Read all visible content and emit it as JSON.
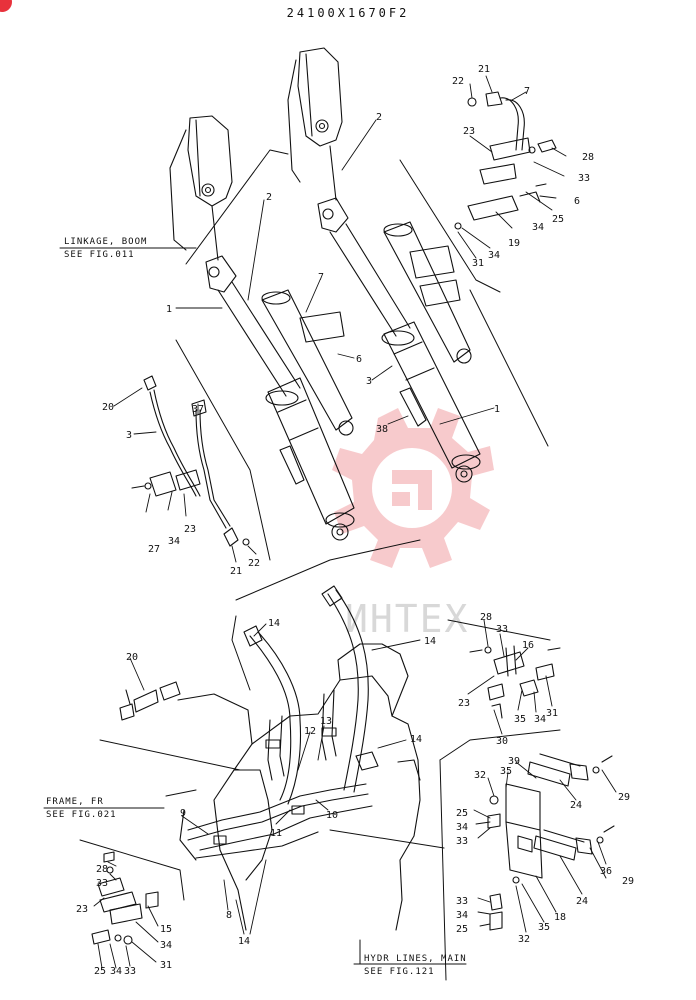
{
  "drawing_code": "24100X1670F2",
  "watermark": "ИНТЕХ",
  "references": [
    {
      "title": "LINKAGE, BOOM",
      "see": "SEE FIG.011"
    },
    {
      "title": "FRAME, FR",
      "see": "SEE FIG.021"
    },
    {
      "title": "HYDR LINES, MAIN",
      "see": "SEE FIG.121"
    }
  ],
  "callouts": [
    {
      "id": "c21a",
      "text": "21"
    },
    {
      "id": "c22a",
      "text": "22"
    },
    {
      "id": "c7a",
      "text": "7"
    },
    {
      "id": "c23a",
      "text": "23"
    },
    {
      "id": "c28a",
      "text": "28"
    },
    {
      "id": "c33a",
      "text": "33"
    },
    {
      "id": "c6a",
      "text": "6"
    },
    {
      "id": "c25a",
      "text": "25"
    },
    {
      "id": "c34a",
      "text": "34"
    },
    {
      "id": "c19",
      "text": "19"
    },
    {
      "id": "c31a",
      "text": "31"
    },
    {
      "id": "c34b",
      "text": "34"
    },
    {
      "id": "c2a",
      "text": "2"
    },
    {
      "id": "c2b",
      "text": "2"
    },
    {
      "id": "c7b",
      "text": "7"
    },
    {
      "id": "c1a",
      "text": "1"
    },
    {
      "id": "c6b",
      "text": "6"
    },
    {
      "id": "c3a",
      "text": "3"
    },
    {
      "id": "c1b",
      "text": "1"
    },
    {
      "id": "c38",
      "text": "38"
    },
    {
      "id": "c20a",
      "text": "20"
    },
    {
      "id": "c3b",
      "text": "3"
    },
    {
      "id": "c37",
      "text": "37"
    },
    {
      "id": "c27",
      "text": "27"
    },
    {
      "id": "c34c",
      "text": "34"
    },
    {
      "id": "c23b",
      "text": "23"
    },
    {
      "id": "c21b",
      "text": "21"
    },
    {
      "id": "c22b",
      "text": "22"
    },
    {
      "id": "c14a",
      "text": "14"
    },
    {
      "id": "c14b",
      "text": "14"
    },
    {
      "id": "c28b",
      "text": "28"
    },
    {
      "id": "c33b",
      "text": "33"
    },
    {
      "id": "c16",
      "text": "16"
    },
    {
      "id": "c23c",
      "text": "23"
    },
    {
      "id": "c35a",
      "text": "35"
    },
    {
      "id": "c34d",
      "text": "34"
    },
    {
      "id": "c31b",
      "text": "31"
    },
    {
      "id": "c30",
      "text": "30"
    },
    {
      "id": "c20b",
      "text": "20"
    },
    {
      "id": "c12",
      "text": "12"
    },
    {
      "id": "c13",
      "text": "13"
    },
    {
      "id": "c14c",
      "text": "14"
    },
    {
      "id": "c11",
      "text": "11"
    },
    {
      "id": "c10",
      "text": "10"
    },
    {
      "id": "c9",
      "text": "9"
    },
    {
      "id": "c32a",
      "text": "32"
    },
    {
      "id": "c35b",
      "text": "35"
    },
    {
      "id": "c39",
      "text": "39"
    },
    {
      "id": "c25b",
      "text": "25"
    },
    {
      "id": "c34e",
      "text": "34"
    },
    {
      "id": "c33c",
      "text": "33"
    },
    {
      "id": "c24a",
      "text": "24"
    },
    {
      "id": "c29a",
      "text": "29"
    },
    {
      "id": "c36a",
      "text": "36"
    },
    {
      "id": "c24b",
      "text": "24"
    },
    {
      "id": "c29b",
      "text": "29"
    },
    {
      "id": "c33d",
      "text": "33"
    },
    {
      "id": "c34f",
      "text": "34"
    },
    {
      "id": "c25c",
      "text": "25"
    },
    {
      "id": "c32b",
      "text": "32"
    },
    {
      "id": "c35c",
      "text": "35"
    },
    {
      "id": "c18",
      "text": "18"
    },
    {
      "id": "c28c",
      "text": "28"
    },
    {
      "id": "c33e",
      "text": "33"
    },
    {
      "id": "c23d",
      "text": "23"
    },
    {
      "id": "c15",
      "text": "15"
    },
    {
      "id": "c34g",
      "text": "34"
    },
    {
      "id": "c25d",
      "text": "25"
    },
    {
      "id": "c34h",
      "text": "34"
    },
    {
      "id": "c33f",
      "text": "33"
    },
    {
      "id": "c31c",
      "text": "31"
    },
    {
      "id": "c8",
      "text": "8"
    },
    {
      "id": "c14d",
      "text": "14"
    }
  ],
  "colors": {
    "ink": "#111111",
    "watermark": "#f2a0a4",
    "badge": "#e8323c"
  }
}
